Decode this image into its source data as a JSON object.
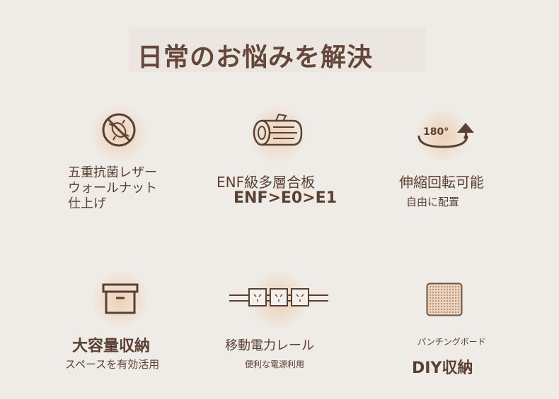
{
  "header": {
    "title": "日常のお悩みを解決"
  },
  "features": {
    "antibacterial": {
      "icon": "no-bacteria-icon",
      "lines": [
        "五重抗菌レザー",
        "ウォールナット",
        "仕上げ"
      ]
    },
    "board": {
      "icon": "log-icon",
      "title": "ENF級多層合板",
      "subtitle": "ENF>E0>E1"
    },
    "rotation": {
      "icon": "rotate-180-icon",
      "badge": "180°",
      "title": "伸縮回転可能",
      "subtitle": "自由に配置"
    },
    "storage": {
      "icon": "storage-box-icon",
      "title": "大容量収納",
      "subtitle": "スペースを有効活用"
    },
    "rail": {
      "icon": "power-rail-icon",
      "title": "移動電力レール",
      "subtitle": "便利な電源利用"
    },
    "pegboard": {
      "icon": "pegboard-icon",
      "label": "パンチングボード",
      "title": "DIY収納"
    }
  },
  "colors": {
    "background": "#efebe6",
    "text": "#5a4033",
    "glow": "#eecdaf"
  }
}
